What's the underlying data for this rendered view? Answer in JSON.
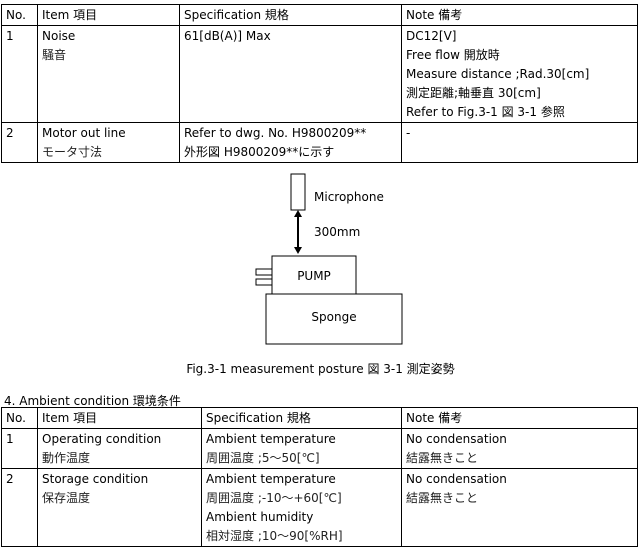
{
  "table1": {
    "headers": [
      "No.",
      "Item 項目",
      "Specification 規格",
      "Note 備考"
    ],
    "rows": [
      {
        "no": "1",
        "item": [
          "Noise",
          "騒音"
        ],
        "spec": [
          "61[dB(A)] Max"
        ],
        "note": [
          "DC12[V]",
          "Free flow 開放時",
          "Measure distance ;Rad.30[cm]",
          "測定距離;軸垂直 30[cm]",
          "Refer to Fig.3-1 図 3-1 参照"
        ]
      },
      {
        "no": "2",
        "item": [
          "Motor out line",
          "モータ寸法"
        ],
        "spec": [
          "Refer to dwg. No. H9800209**",
          "外形図 H9800209**に示す"
        ],
        "note": [
          "-"
        ]
      }
    ]
  },
  "figure": {
    "microphone_label": "Microphone",
    "distance_label": "300mm",
    "pump_label": "PUMP",
    "sponge_label": "Sponge",
    "caption": "Fig.3-1 measurement posture 図 3-1  測定姿勢"
  },
  "section4": {
    "title": "4.   Ambient condition 環境条件"
  },
  "table2": {
    "headers": [
      "No.",
      "Item 項目",
      "Specification 規格",
      "Note 備考"
    ],
    "rows": [
      {
        "no": "1",
        "item": [
          "Operating condition",
          "動作温度"
        ],
        "spec": [
          "Ambient temperature",
          "周囲温度 ;5～50[℃]"
        ],
        "note": [
          "No condensation",
          "結露無きこと"
        ]
      },
      {
        "no": "2",
        "item": [
          "Storage condition",
          "保存温度"
        ],
        "spec": [
          "Ambient temperature",
          "周囲温度 ;-10～+60[℃]",
          "Ambient humidity",
          "相対湿度 ;10～90[%RH]"
        ],
        "note": [
          "No condensation",
          "結露無きこと"
        ]
      }
    ]
  }
}
